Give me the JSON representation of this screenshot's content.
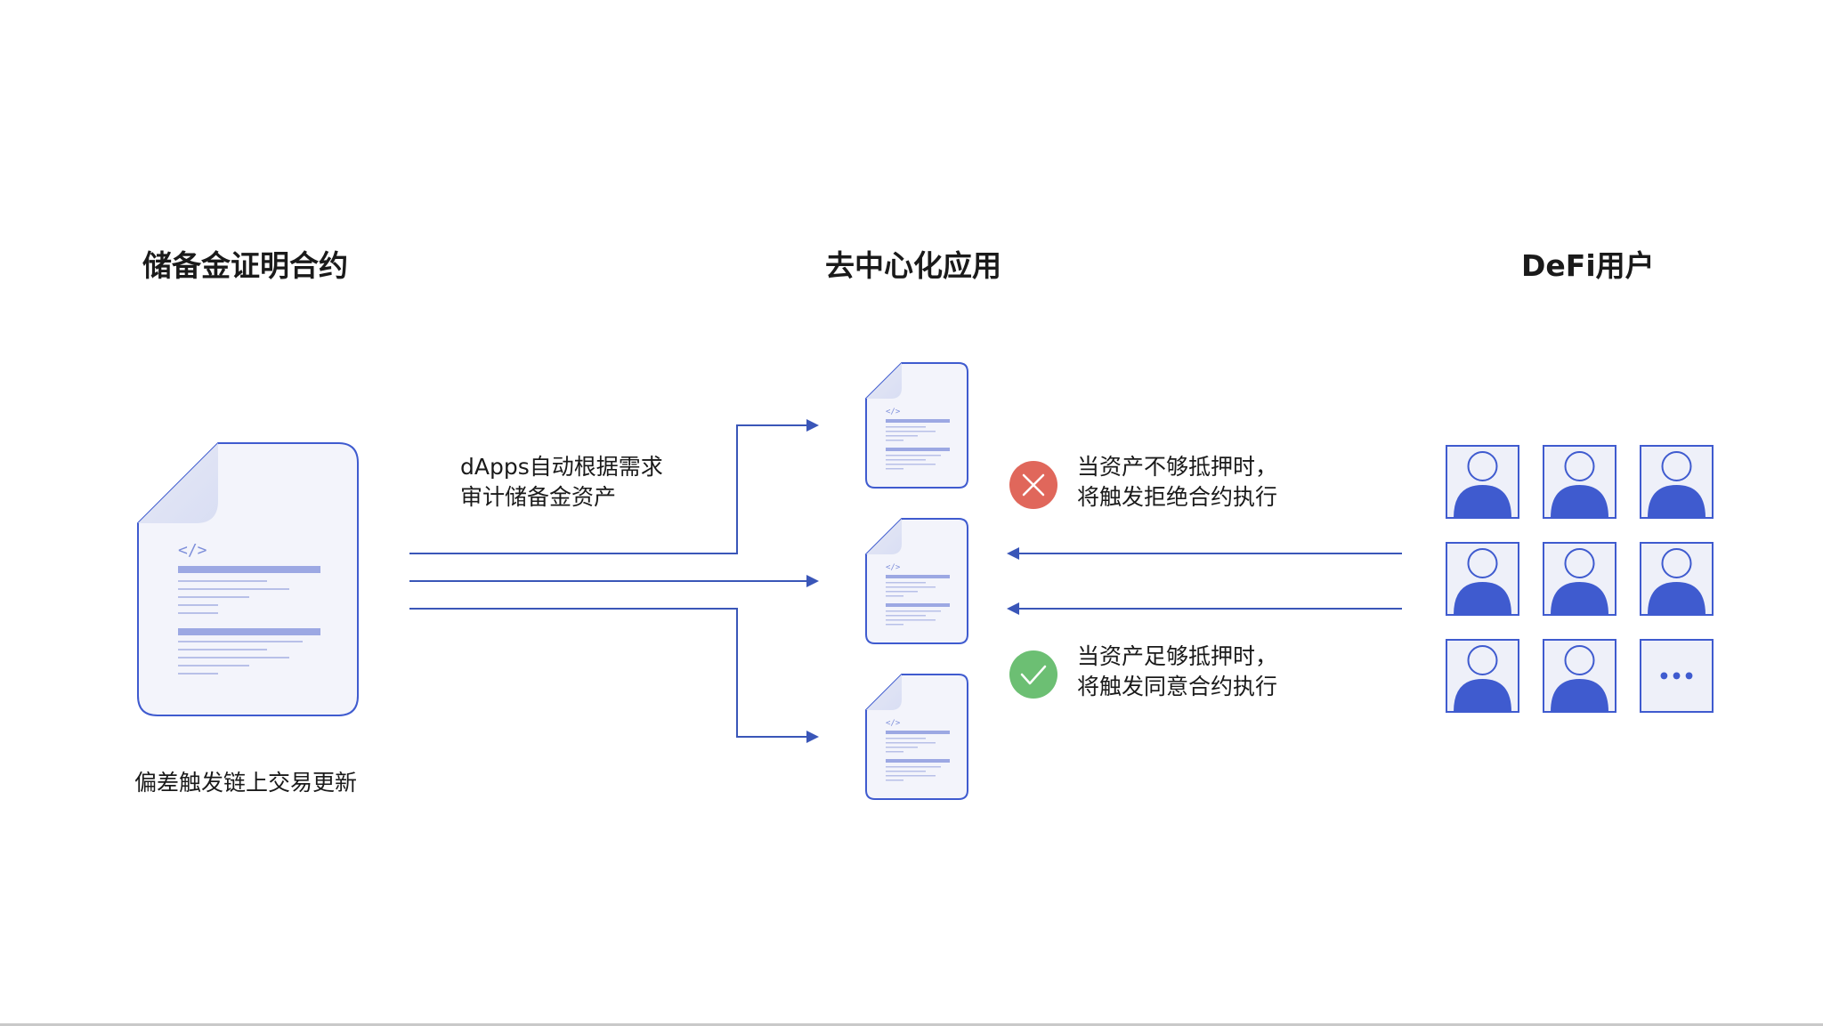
{
  "titles": {
    "left": "储备金证明合约",
    "center": "去中心化应用",
    "right": "DeFi用户"
  },
  "labels": {
    "dapps_line1": "dApps自动根据需求",
    "dapps_line2": "审计储备金资产",
    "reject_line1": "当资产不够抵押时，",
    "reject_line2": "将触发拒绝合约执行",
    "accept_line1": "当资产足够抵押时，",
    "accept_line2": "将触发同意合约执行",
    "deviation": "偏差触发链上交易更新",
    "code_glyph": "</>",
    "more_users": "•••"
  },
  "icons": {
    "reject": "x-icon",
    "accept": "check-icon",
    "user": "user-icon",
    "document": "document-icon"
  },
  "colors": {
    "accent": "#3f5bcf",
    "line": "#3a56b8",
    "doc_fill": "#f3f4fb",
    "doc_stroke": "#3f5bcf",
    "doc_bar": "#9ca8e3",
    "reject": "#e0675b",
    "accept": "#6cbf73",
    "user_tile": "#eef0f9"
  },
  "user_grid": {
    "rows": 3,
    "cols": 3
  }
}
